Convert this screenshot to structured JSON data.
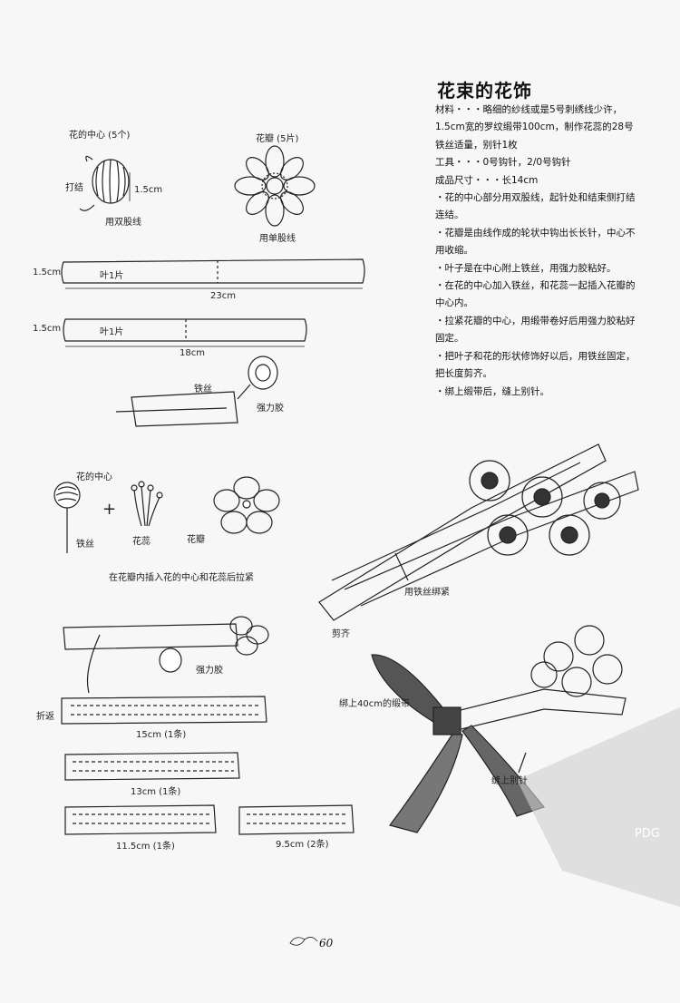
{
  "title": "花束的花饰",
  "instructions": [
    "材料・・・略细的纱线或是5号刺绣线少许，1.5cm宽的罗纹缎带100cm，制作花蕊的28号铁丝适量，别针1枚",
    "工具・・・0号钩针，2/0号钩针",
    "成品尺寸・・・长14cm",
    "・花的中心部分用双股线，起针处和结束侧打结连结。",
    "・花瓣是由线作成的轮状中钩出长长针，中心不用收缩。",
    "・叶子是在中心附上铁丝，用强力胶粘好。",
    "・在花的中心加入铁丝，和花蕊一起插入花瓣的中心内。",
    "・拉紧花瓣的中心，用缎带卷好后用强力胶粘好固定。",
    "・把叶子和花的形状修饰好以后，用铁丝固定，把长度剪齐。",
    "・绑上缎带后，缝上别针。"
  ],
  "labels": {
    "flower_center": "花的中心 (5个)",
    "knot": "打结",
    "size_1_5cm": "1.5cm",
    "double_yarn": "用双股线",
    "petal": "花瓣 (5片)",
    "single_yarn": "用单股线",
    "ribbon_width_a": "1.5cm",
    "leaf_a": "叶1片",
    "length_23": "23cm",
    "ribbon_width_b": "1.5cm",
    "leaf_b": "叶1片",
    "length_18": "18cm",
    "wire_a": "铁丝",
    "glue_a": "强力胶",
    "center_b": "花的中心",
    "wire_b": "铁丝",
    "stamen": "花蕊",
    "petal_b": "花瓣",
    "insert_note": "在花瓣内插入花的中心和花蕊后拉紧",
    "glue_b": "强力胶",
    "fold": "折返",
    "strip_15": "15cm (1条)",
    "strip_13": "13cm (1条)",
    "strip_11_5": "11.5cm (1条)",
    "strip_9_5": "9.5cm (2条)",
    "tie_wire": "用铁丝绑紧",
    "trim": "剪齐",
    "tie_ribbon": "绑上40cm的缎带",
    "sew_pin": "缝上别针",
    "watermark": "PDG"
  },
  "page_number": "60"
}
